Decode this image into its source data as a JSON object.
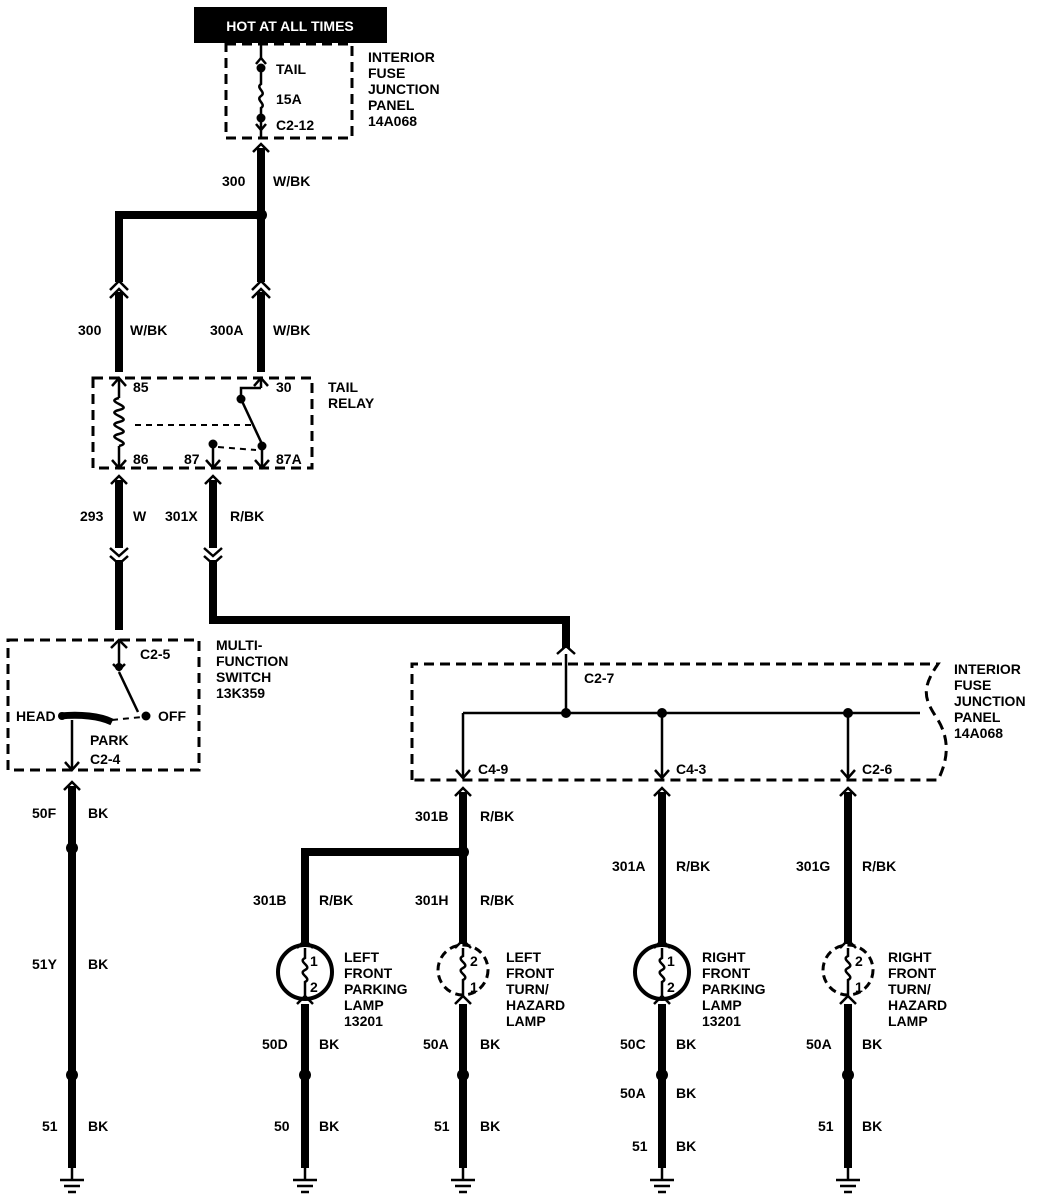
{
  "header": {
    "hot_at_all_times": "HOT AT ALL TIMES"
  },
  "fuse": {
    "tail": "TAIL",
    "rating": "15A",
    "connector": "C2-12",
    "panel_lines": [
      "INTERIOR",
      "FUSE",
      "JUNCTION",
      "PANEL",
      "14A068"
    ]
  },
  "wires": {
    "w300_top": {
      "circuit": "300",
      "color": "W/BK"
    },
    "w300_left": {
      "circuit": "300",
      "color": "W/BK"
    },
    "w300a": {
      "circuit": "300A",
      "color": "W/BK"
    },
    "w293": {
      "circuit": "293",
      "color": "W"
    },
    "w301x": {
      "circuit": "301X",
      "color": "R/BK"
    },
    "w50f": {
      "circuit": "50F",
      "color": "BK"
    },
    "w51y": {
      "circuit": "51Y",
      "color": "BK"
    },
    "w51_a": {
      "circuit": "51",
      "color": "BK"
    },
    "w301b_top": {
      "circuit": "301B",
      "color": "R/BK"
    },
    "w301b_left": {
      "circuit": "301B",
      "color": "R/BK"
    },
    "w301h": {
      "circuit": "301H",
      "color": "R/BK"
    },
    "w301a": {
      "circuit": "301A",
      "color": "R/BK"
    },
    "w301g": {
      "circuit": "301G",
      "color": "R/BK"
    },
    "w50d": {
      "circuit": "50D",
      "color": "BK"
    },
    "w50": {
      "circuit": "50",
      "color": "BK"
    },
    "w50a_1": {
      "circuit": "50A",
      "color": "BK"
    },
    "w51_b": {
      "circuit": "51",
      "color": "BK"
    },
    "w50c": {
      "circuit": "50C",
      "color": "BK"
    },
    "w50a_2": {
      "circuit": "50A",
      "color": "BK"
    },
    "w51_c": {
      "circuit": "51",
      "color": "BK"
    },
    "w50a_3": {
      "circuit": "50A",
      "color": "BK"
    },
    "w51_d": {
      "circuit": "51",
      "color": "BK"
    }
  },
  "relay": {
    "pin85": "85",
    "pin86": "86",
    "pin87": "87",
    "pin87a": "87A",
    "pin30": "30",
    "name_lines": [
      "TAIL",
      "RELAY"
    ]
  },
  "switch": {
    "conn_top": "C2-5",
    "conn_bottom": "C2-4",
    "head": "HEAD",
    "off": "OFF",
    "park": "PARK",
    "name_lines": [
      "MULTI-",
      "FUNCTION",
      "SWITCH",
      "13K359"
    ]
  },
  "panel2": {
    "c27": "C2-7",
    "c49": "C4-9",
    "c43": "C4-3",
    "c26": "C2-6",
    "name_lines": [
      "INTERIOR",
      "FUSE",
      "JUNCTION",
      "PANEL",
      "14A068"
    ]
  },
  "lamps": {
    "lfp": {
      "pin1": "1",
      "pin2": "2",
      "lines": [
        "LEFT",
        "FRONT",
        "PARKING",
        "LAMP",
        "13201"
      ]
    },
    "lft": {
      "pin1": "1",
      "pin2": "2",
      "lines": [
        "LEFT",
        "FRONT",
        "TURN/",
        "HAZARD",
        "LAMP"
      ]
    },
    "rfp": {
      "pin1": "1",
      "pin2": "2",
      "lines": [
        "RIGHT",
        "FRONT",
        "PARKING",
        "LAMP",
        "13201"
      ]
    },
    "rft": {
      "pin1": "1",
      "pin2": "2",
      "lines": [
        "RIGHT",
        "FRONT",
        "TURN/",
        "HAZARD",
        "LAMP"
      ]
    }
  }
}
